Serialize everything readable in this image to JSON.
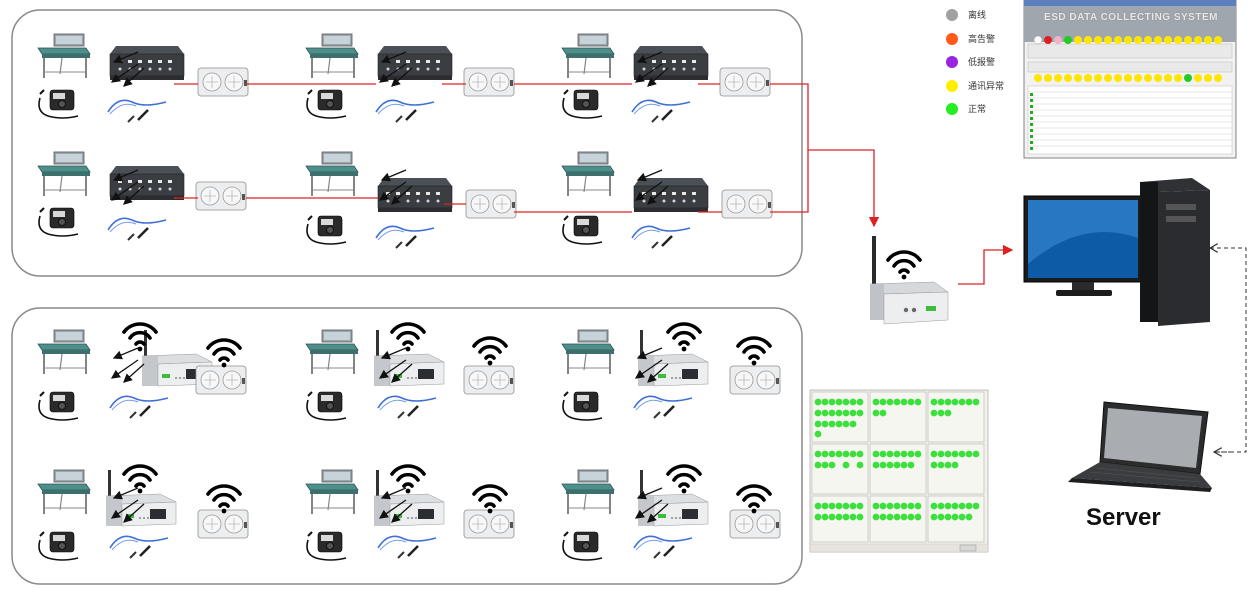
{
  "legend": {
    "items": [
      {
        "label": "离线",
        "color": "#a0a0a0"
      },
      {
        "label": "高告警",
        "color": "#ff5a1a"
      },
      {
        "label": "低报警",
        "color": "#9b24e0"
      },
      {
        "label": "通讯异常",
        "color": "#ffee00"
      },
      {
        "label": "正常",
        "color": "#22ee22"
      }
    ]
  },
  "app_window": {
    "title": "ESD DATA COLLECTING SYSTEM"
  },
  "labels": {
    "server": "Server"
  },
  "colors": {
    "wired_link": "#e02020",
    "wire_dark": "#111111",
    "dashed_link": "#333333",
    "group_border": "#888888",
    "monitor_case": "#3a3d42",
    "gateway_case": "#e4e6e8",
    "status_ok": "#22ee22",
    "status_warn": "#ffee00"
  },
  "icons": {
    "workstation": "esd-workbench-icon",
    "collector_wired": "wired-data-collector-icon",
    "collector_wireless": "wireless-data-collector-icon",
    "ionizer": "ionizer-fan-icon",
    "soldering_station": "soldering-station-icon",
    "wrist_strap": "wrist-strap-icon",
    "wifi": "wifi-icon",
    "gateway": "wireless-gateway-icon",
    "computer": "desktop-computer-icon",
    "laptop": "laptop-server-icon"
  }
}
